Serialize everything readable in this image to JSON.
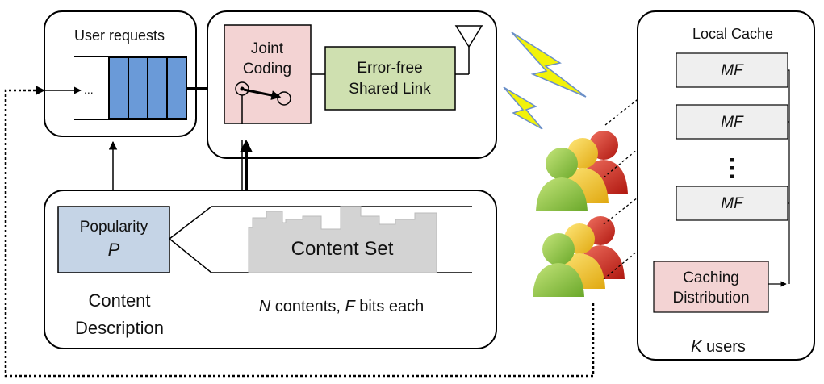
{
  "user_requests": {
    "title": "User requests",
    "dots": "..."
  },
  "joint_coding": {
    "line1": "Joint",
    "line2": "Coding"
  },
  "shared_link": {
    "line1": "Error-free",
    "line2": "Shared Link"
  },
  "popularity": {
    "line1": "Popularity",
    "symbol": "P"
  },
  "content_set": {
    "label": "Content Set",
    "n_symbol": "N",
    "n_text": " contents, ",
    "f_symbol": "F",
    "f_text": " bits each"
  },
  "content_description": {
    "line1": "Content",
    "line2": "Description"
  },
  "local_cache": {
    "title": "Local Cache",
    "mf_label": "MF",
    "vdots": "⋮",
    "caching_line1": "Caching",
    "caching_line2": "Distribution",
    "k_symbol": "K",
    "k_text": " users"
  },
  "colors": {
    "queue_blue": "#6a9ad8",
    "joint_pink": "#f3d3d3",
    "link_green": "#cfe0b0",
    "popularity_blue": "#c5d4e6",
    "content_gray": "#d3d3d3",
    "mf_gray": "#efefef",
    "lightning_yellow": "#f2f20a",
    "user_green": "#8cc63f",
    "user_yellow": "#f0c419",
    "user_red": "#d9261c"
  }
}
